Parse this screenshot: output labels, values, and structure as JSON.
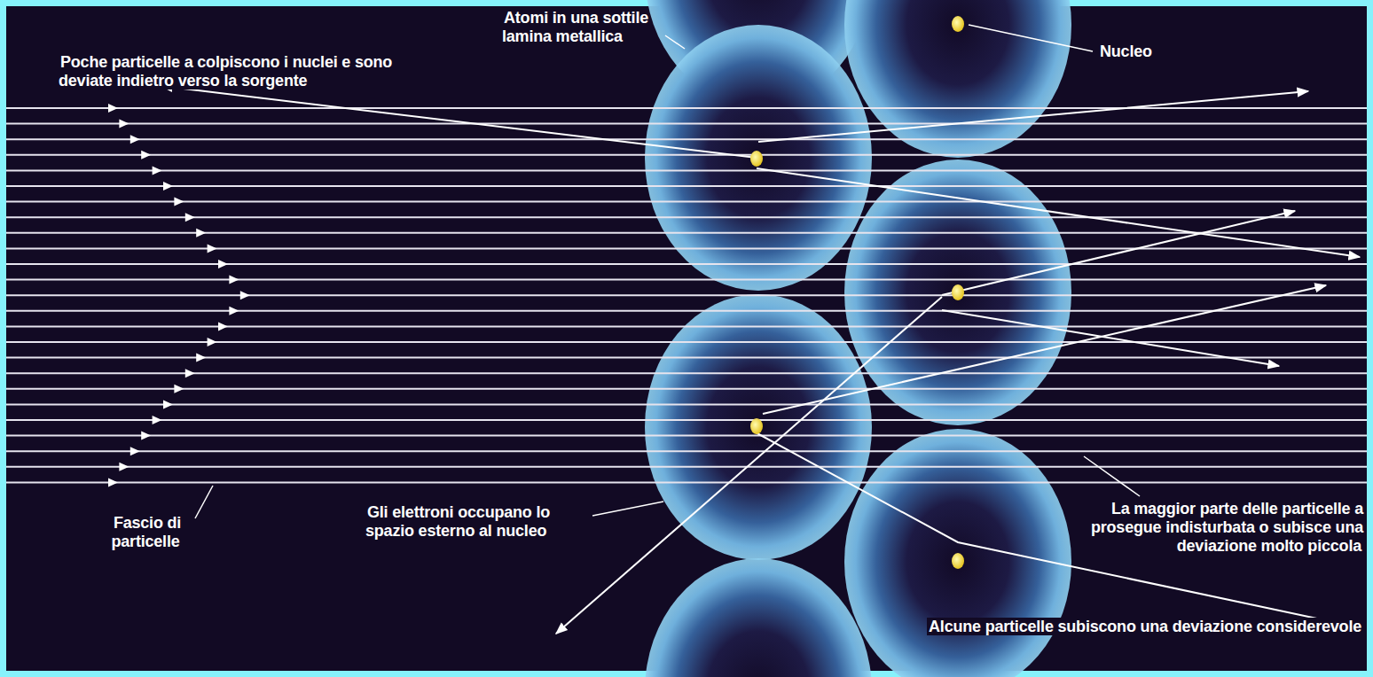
{
  "diagram": {
    "labels": [
      "Poche particelle a colpiscono i nuclei e sono deviate indietro verso la sorgente",
      "Atomi in una sottile lamina metallica",
      "Nucleo",
      "Fascio di particelle",
      "Gli elettroni occupano lo spazio esterno al nucleo",
      "La maggior parte delle particelle a prosegue indisturbata o subisce una deviazione molto piccola",
      "Alcune particelle subiscono una deviazione considerevole"
    ]
  }
}
